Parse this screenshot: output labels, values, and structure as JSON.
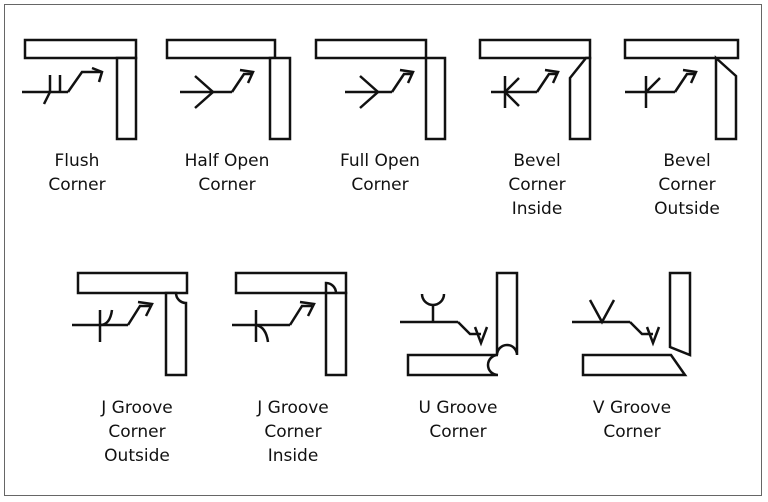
{
  "diagram": {
    "items": [
      {
        "id": "flush-corner",
        "label": [
          "Flush",
          "Corner"
        ]
      },
      {
        "id": "half-open-corner",
        "label": [
          "Half Open",
          "Corner"
        ]
      },
      {
        "id": "full-open-corner",
        "label": [
          "Full Open",
          "Corner"
        ]
      },
      {
        "id": "bevel-corner-inside",
        "label": [
          "Bevel",
          "Corner",
          "Inside"
        ]
      },
      {
        "id": "bevel-corner-outside",
        "label": [
          "Bevel",
          "Corner",
          "Outside"
        ]
      },
      {
        "id": "j-groove-corner-outside",
        "label": [
          "J Groove",
          "Corner",
          "Outside"
        ]
      },
      {
        "id": "j-groove-corner-inside",
        "label": [
          "J Groove",
          "Corner",
          "Inside"
        ]
      },
      {
        "id": "u-groove-corner",
        "label": [
          "U Groove",
          "Corner"
        ]
      },
      {
        "id": "v-groove-corner",
        "label": [
          "V Groove",
          "Corner"
        ]
      }
    ],
    "colors": {
      "stroke": "#111111",
      "frame": "#666666",
      "background": "#ffffff"
    }
  }
}
